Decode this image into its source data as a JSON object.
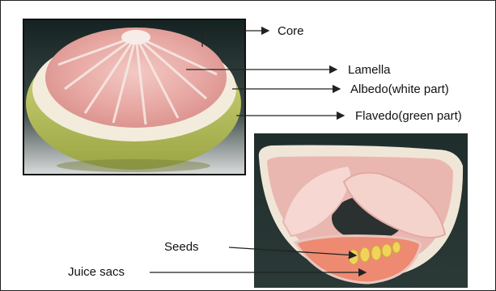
{
  "labels": {
    "core": "Core",
    "lamella": "Lamella",
    "albedo": "Albedo(white part)",
    "flavedo": "Flavedo(green part)",
    "seeds": "Seeds",
    "juice_sacs": "Juice sacs"
  },
  "colors": {
    "frame": "#222222",
    "photo_bg_dark": "#1d2b2a",
    "flavedo_green": "#b9c35a",
    "albedo_white": "#f4eee0",
    "pulp_pink": "#e8a9a6",
    "seed_yellow": "#f1d35a",
    "arrow": "#222222"
  }
}
